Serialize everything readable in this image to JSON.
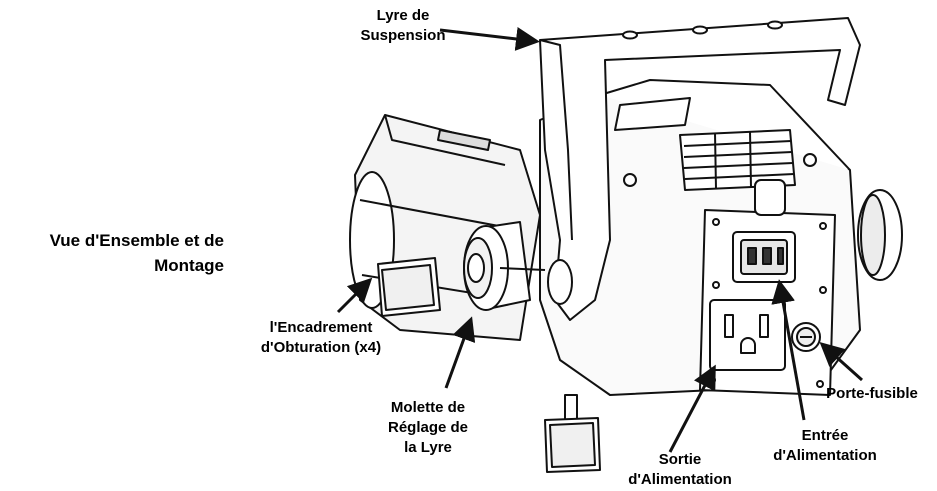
{
  "caption": {
    "line1": "Vue d'Ensemble et de",
    "line2": "Montage"
  },
  "callouts": {
    "yoke": {
      "line1": "Lyre de",
      "line2": "Suspension"
    },
    "shutter": {
      "line1": "l'Encadrement",
      "line2": "d'Obturation (x4)"
    },
    "knob": {
      "line1": "Molette de",
      "line2": "Réglage de",
      "line3": "la Lyre"
    },
    "power_out": {
      "line1": "Sortie",
      "line2": "d'Alimentation"
    },
    "power_in": {
      "line1": "Entrée",
      "line2": "d'Alimentation"
    },
    "fuse": {
      "line1": "Porte-fusible"
    }
  },
  "colors": {
    "line": "#111111",
    "fill": "#ffffff",
    "shade": "#f2f2f2",
    "dark": "#222222"
  }
}
